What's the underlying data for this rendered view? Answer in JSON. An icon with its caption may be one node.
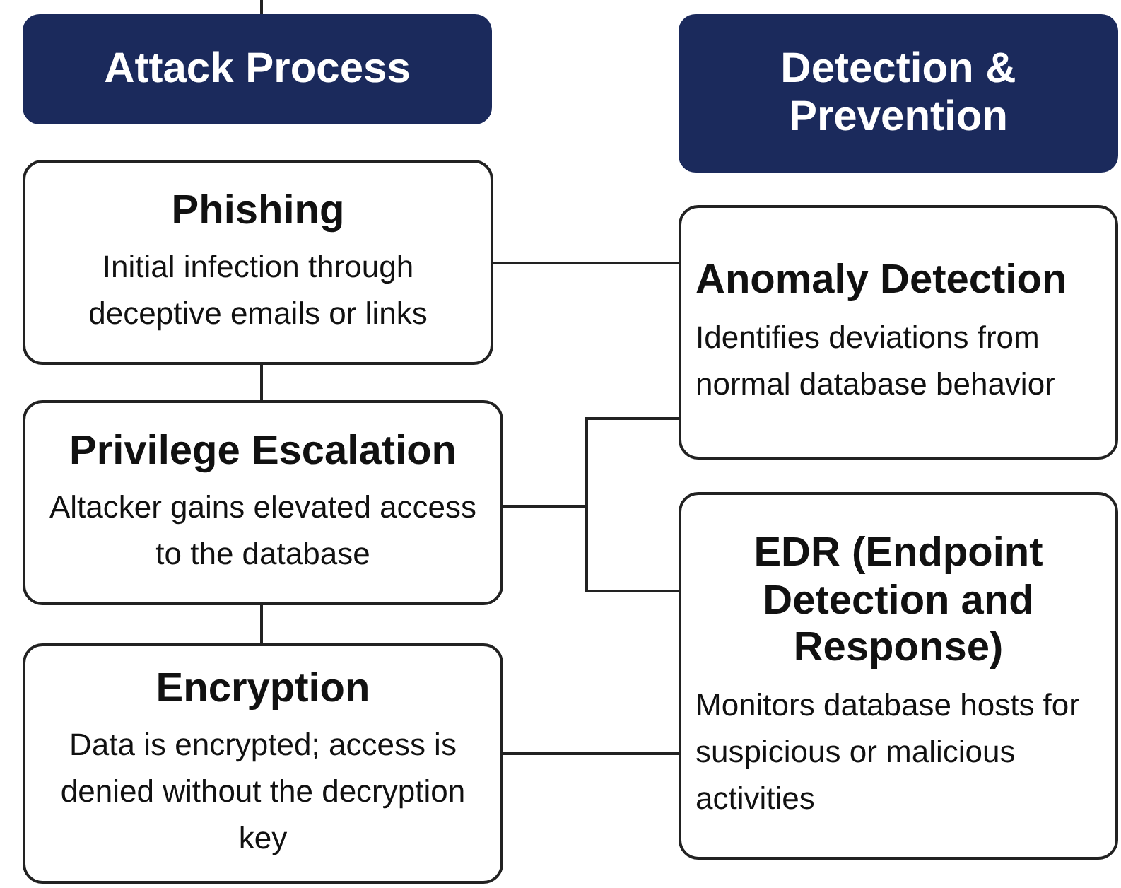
{
  "diagram": {
    "nodes": [
      {
        "text": [
          "Attack Process"
        ]
      },
      {
        "text": [
          "Detection & Prevention"
        ]
      },
      {
        "text": [
          "Phishing",
          "Initial infection through deceptive emails or links"
        ]
      },
      {
        "text": [
          "Privilege Escalation",
          "Altacker gains elevated access to the database"
        ]
      },
      {
        "text": [
          "Encryption",
          "Data is encrypted; access is denied without the decryption key"
        ]
      },
      {
        "text": [
          "Anomaly Detection",
          "Identifies deviations from normal database behavior"
        ]
      },
      {
        "text": [
          "EDR (Endpoint Detection and Response)",
          "Monitors database hosts for suspicious or malicious activities"
        ]
      }
    ],
    "edges": [
      {
        "from": null,
        "to": 0,
        "arrow": "none"
      },
      {
        "from": 2,
        "to": 3,
        "arrow": "none"
      },
      {
        "from": 3,
        "to": 4,
        "arrow": "none"
      },
      {
        "from": 2,
        "to": 5,
        "arrow": "none"
      },
      {
        "from": 3,
        "to": 5,
        "arrow": "none"
      },
      {
        "from": 3,
        "to": 6,
        "arrow": "none"
      },
      {
        "from": 4,
        "to": 6,
        "arrow": "none"
      }
    ]
  }
}
